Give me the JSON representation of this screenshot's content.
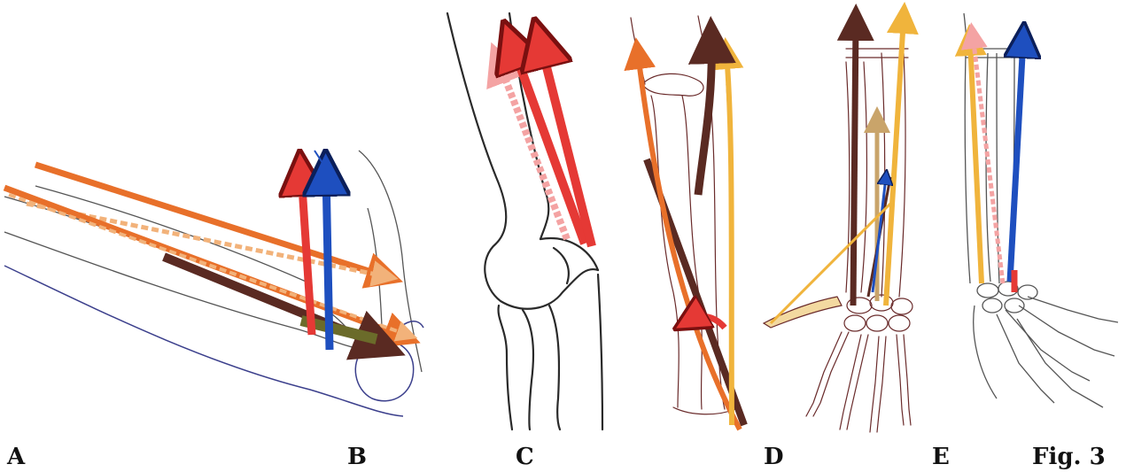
{
  "panel_labels": {
    "a": "A",
    "b": "B",
    "c": "C",
    "d": "D",
    "e": "E"
  },
  "figure_label": "Fig. 3",
  "colors": {
    "red": "#e53935",
    "pink": "#f4a3a3",
    "blue": "#1e4fbf",
    "orange": "#e8702a",
    "light_orange": "#f2b27a",
    "amber": "#f0b43c",
    "brown": "#5a2a22",
    "olive": "#6b6b2a",
    "tan": "#c9a46a"
  }
}
